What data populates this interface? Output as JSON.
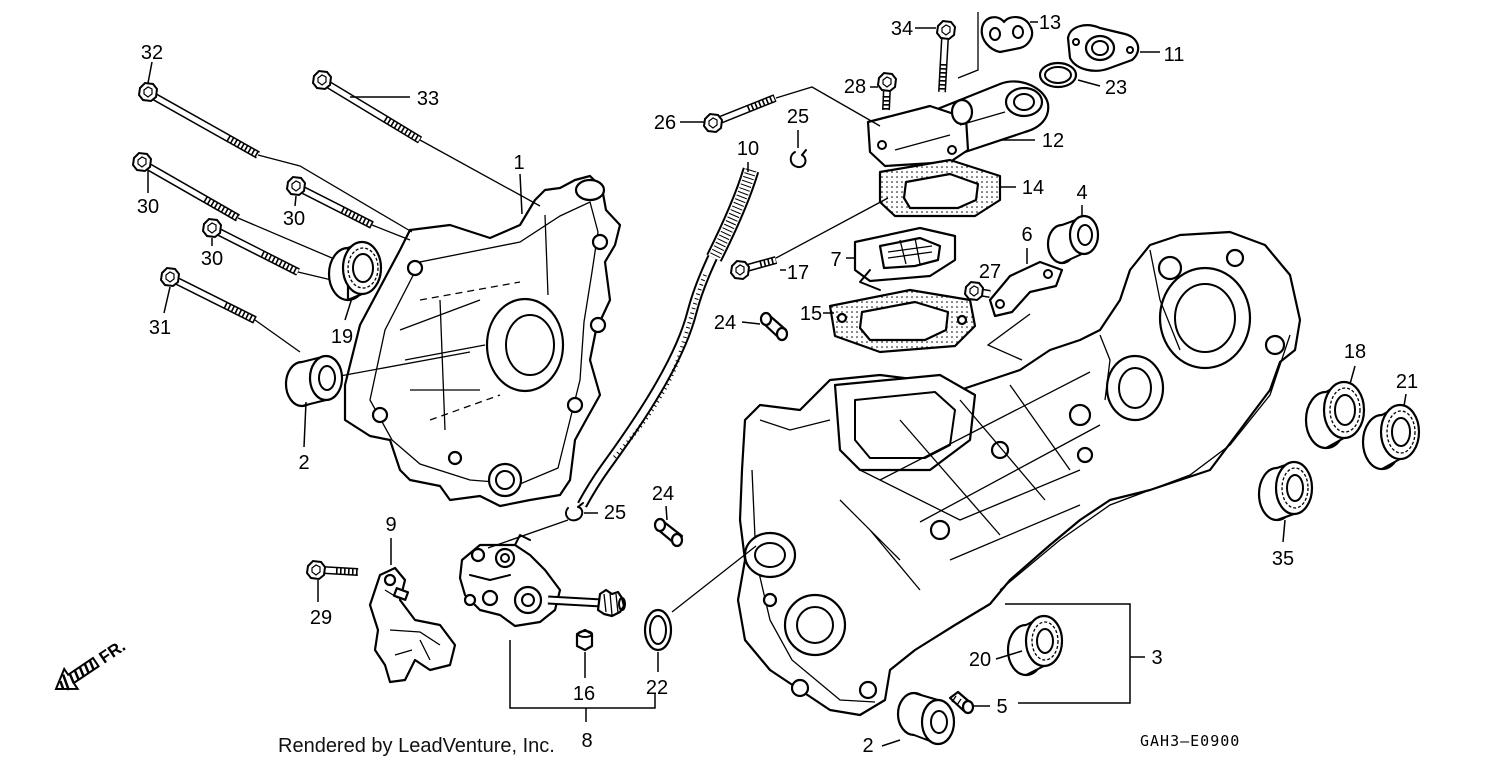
{
  "diagram": {
    "front_marker": "FR.",
    "drawing_code": "GAH3–E0900",
    "credit": "Rendered by LeadVenture, Inc."
  },
  "callouts": [
    "32",
    "33",
    "1",
    "30",
    "30",
    "30",
    "31",
    "19",
    "2",
    "9",
    "29",
    "25",
    "24",
    "16",
    "22",
    "8",
    "10",
    "25",
    "26",
    "28",
    "34",
    "13",
    "11",
    "23",
    "12",
    "14",
    "4",
    "17",
    "7",
    "6",
    "27",
    "24",
    "15",
    "18",
    "21",
    "35",
    "3",
    "20",
    "5",
    "2"
  ]
}
